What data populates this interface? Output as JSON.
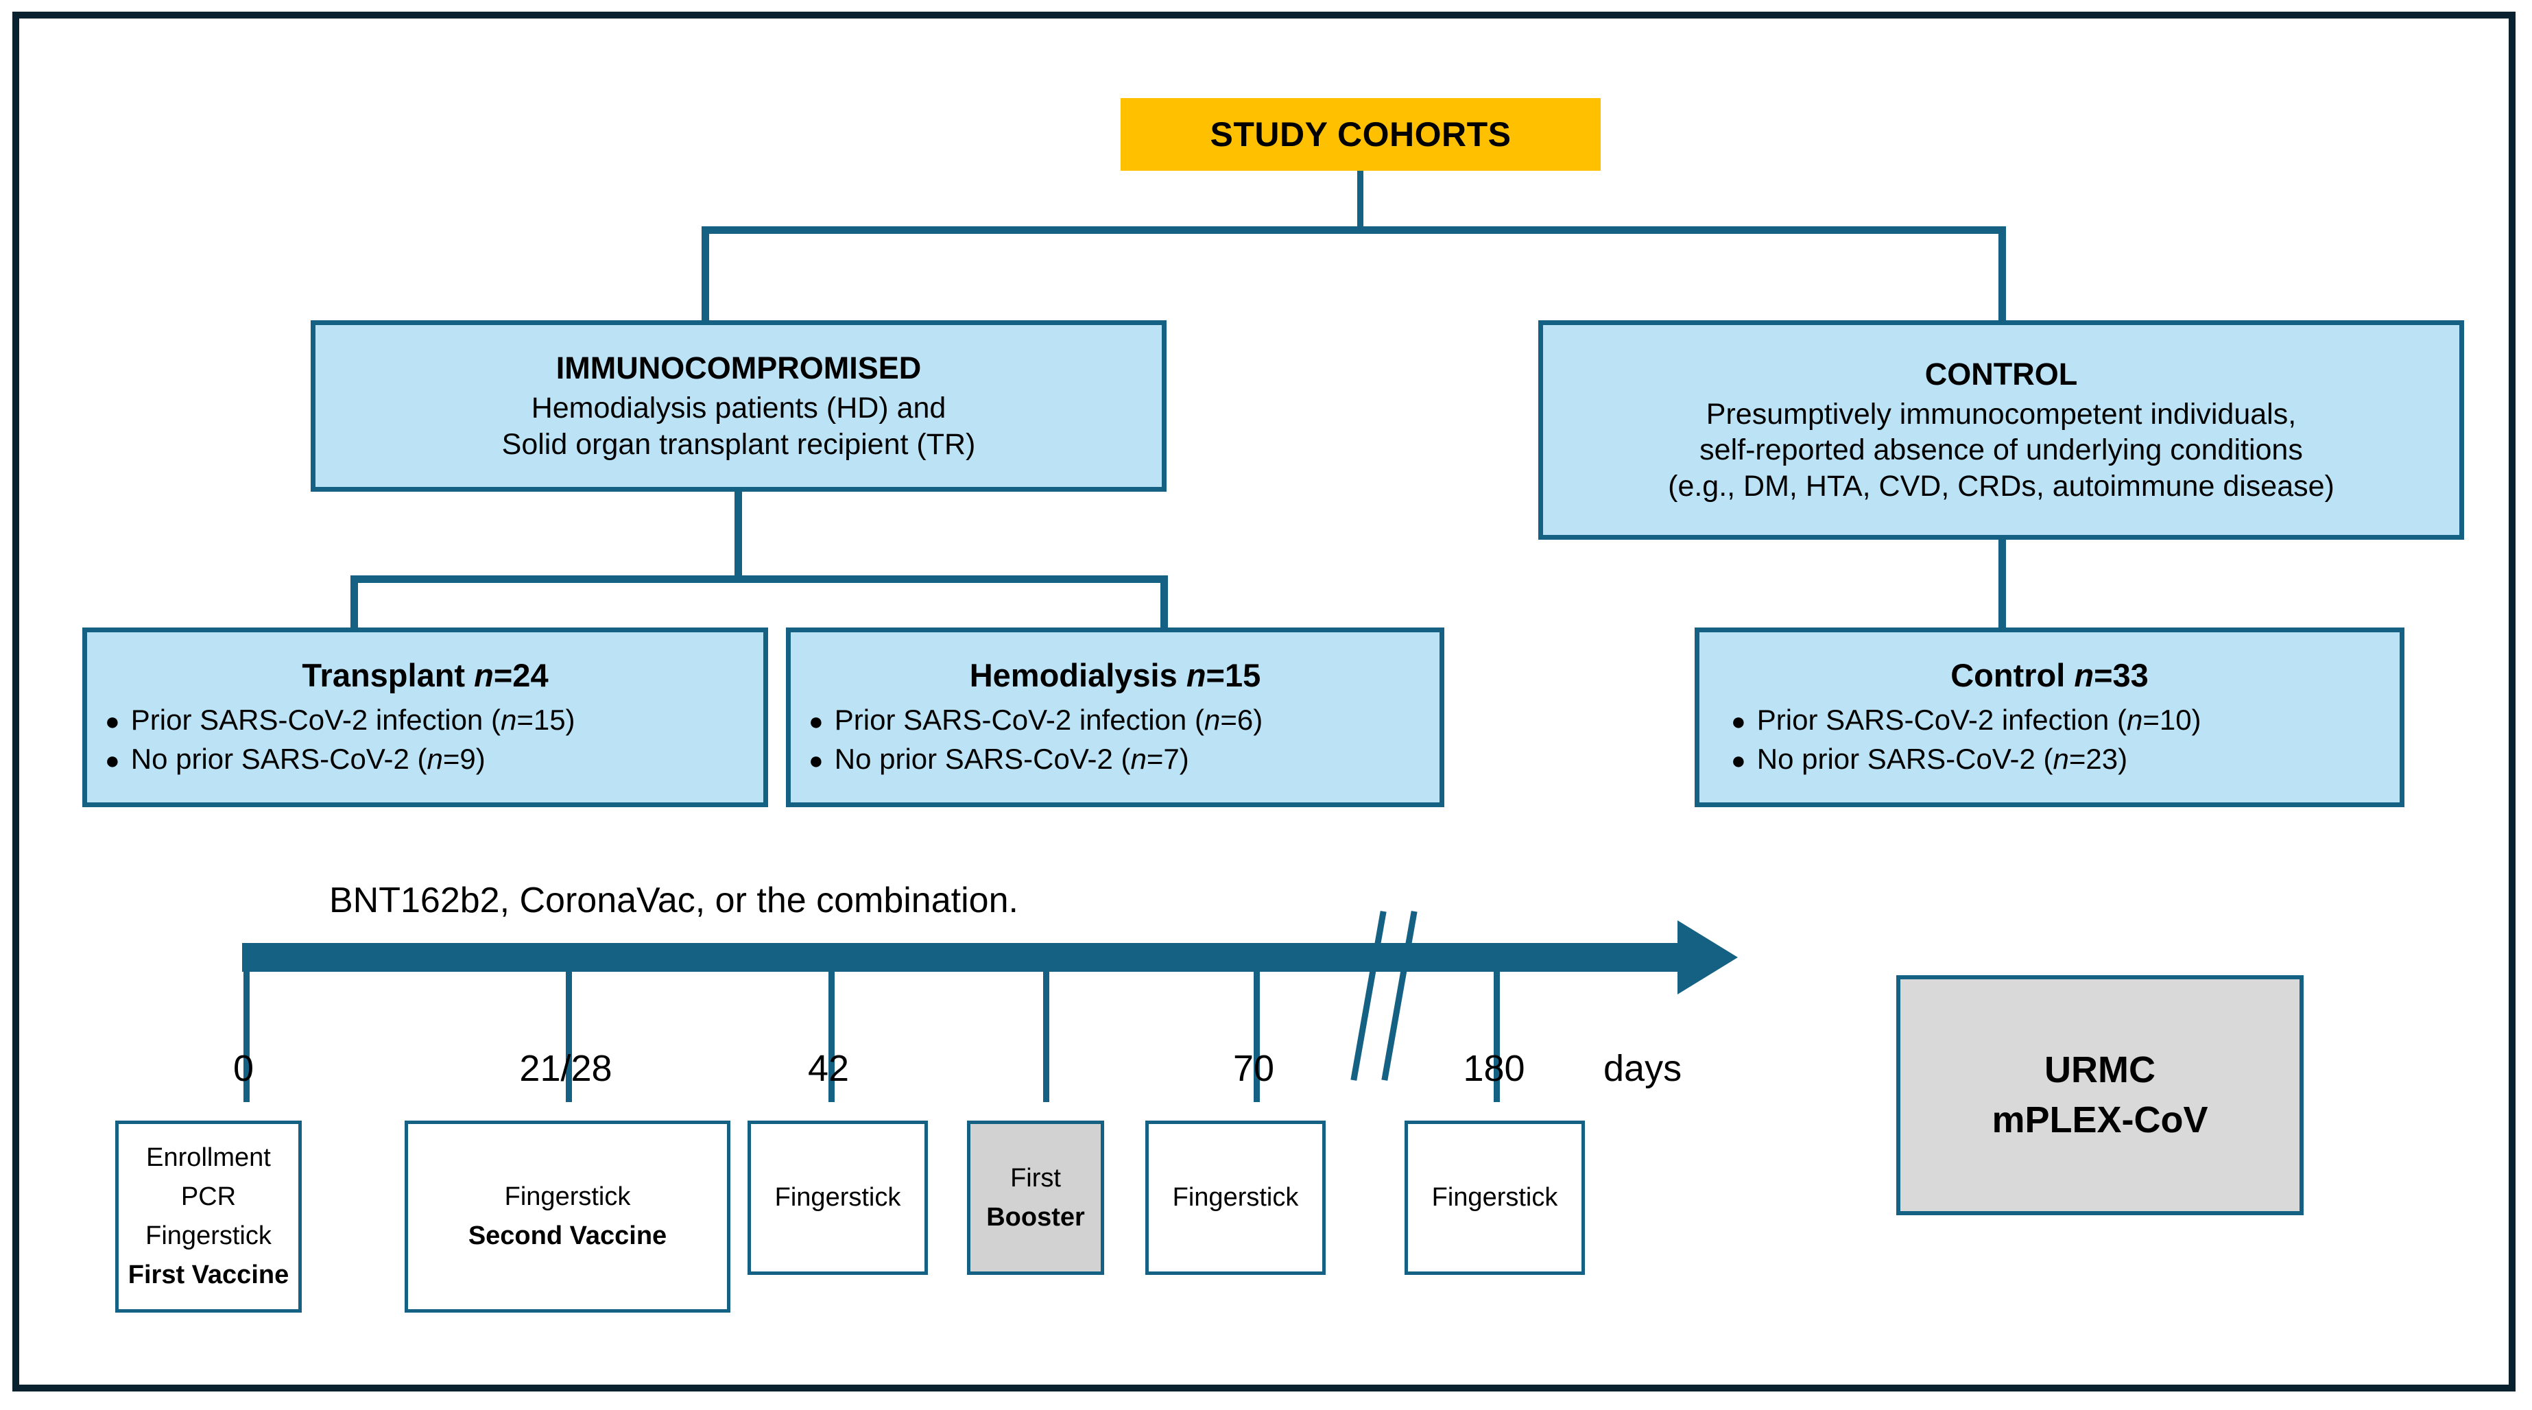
{
  "diagram": {
    "title_banner": "STUDY COHORTS",
    "colors": {
      "banner": "#FFC000",
      "card_fill": "#BCE2F5",
      "line": "#156184",
      "frame": "#0A2230",
      "grey_fill": "#D9D9D9"
    }
  },
  "level2": {
    "immuno": {
      "header": "IMMUNOCOMPROMISED",
      "line1": "Hemodialysis patients (HD) and",
      "line2": "Solid organ transplant recipient (TR)"
    },
    "control": {
      "header": "CONTROL",
      "line1": "Presumptively immunocompetent individuals,",
      "line2": "self-reported absence of underlying conditions",
      "line3": "(e.g., DM, HTA, CVD, CRDs, autoimmune disease)"
    }
  },
  "cohorts": [
    {
      "name": "Transplant",
      "n_label": "n",
      "n": "=24",
      "items": [
        {
          "text": "Prior SARS-CoV-2 infection (",
          "n_label": "n",
          "n": "=15)"
        },
        {
          "text": "No prior SARS-CoV-2  (",
          "n_label": "n",
          "n": "=9)"
        }
      ]
    },
    {
      "name": "Hemodialysis",
      "n_label": "n",
      "n": "=15",
      "items": [
        {
          "text": "Prior SARS-CoV-2 infection (",
          "n_label": "n",
          "n": "=6)"
        },
        {
          "text": "No prior SARS-CoV-2  (",
          "n_label": "n",
          "n": "=7)"
        }
      ]
    },
    {
      "name": "Control",
      "n_label": "n",
      "n": "=33",
      "items": [
        {
          "text": "Prior SARS-CoV-2 infection  (",
          "n_label": "n",
          "n": "=10)"
        },
        {
          "text": "No prior SARS-CoV-2  (",
          "n_label": "n",
          "n": "=23)"
        }
      ]
    }
  ],
  "timeline": {
    "caption": "BNT162b2, CoronaVac, or the combination.",
    "unit_label": "days",
    "ticks": [
      {
        "day": "0"
      },
      {
        "day": "21/28"
      },
      {
        "day": "42"
      },
      {
        "day": ""
      },
      {
        "day": "70"
      },
      {
        "day": "180"
      }
    ],
    "events": [
      {
        "lines": [
          "Enrollment",
          "PCR",
          "Fingerstick"
        ],
        "bold_lines": [
          "First Vaccine"
        ],
        "highlight": false
      },
      {
        "lines": [
          "Fingerstick"
        ],
        "bold_lines": [
          "Second Vaccine"
        ],
        "highlight": false
      },
      {
        "lines": [
          "Fingerstick"
        ],
        "bold_lines": [],
        "highlight": false
      },
      {
        "lines": [
          "First"
        ],
        "bold_lines": [
          "Booster"
        ],
        "highlight": true
      },
      {
        "lines": [
          "Fingerstick"
        ],
        "bold_lines": [],
        "highlight": false
      },
      {
        "lines": [
          "Fingerstick"
        ],
        "bold_lines": [],
        "highlight": false
      }
    ]
  },
  "assay": {
    "line1": "URMC",
    "line2": "mPLEX-CoV"
  }
}
